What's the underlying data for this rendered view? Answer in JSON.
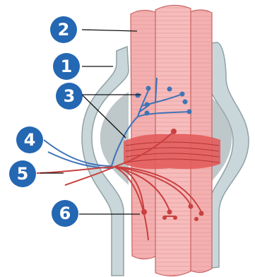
{
  "markers": [
    {
      "number": "1"
    },
    {
      "number": "2"
    },
    {
      "number": "3"
    },
    {
      "number": "4"
    },
    {
      "number": "5"
    },
    {
      "number": "6"
    }
  ],
  "colors": {
    "marker_fill": "#2467b3",
    "muscle_fill": "#f4b0b0",
    "muscle_stroke": "#c7615f",
    "sheath_fill": "#c9d7da",
    "sheath_stroke": "#8fa1a5",
    "cavity_fill": "#a2afb2",
    "nerve_blue": "#3e74b7",
    "vessel_red": "#c94040",
    "band_red": "#e25a5a",
    "leader_line": "#111111"
  }
}
